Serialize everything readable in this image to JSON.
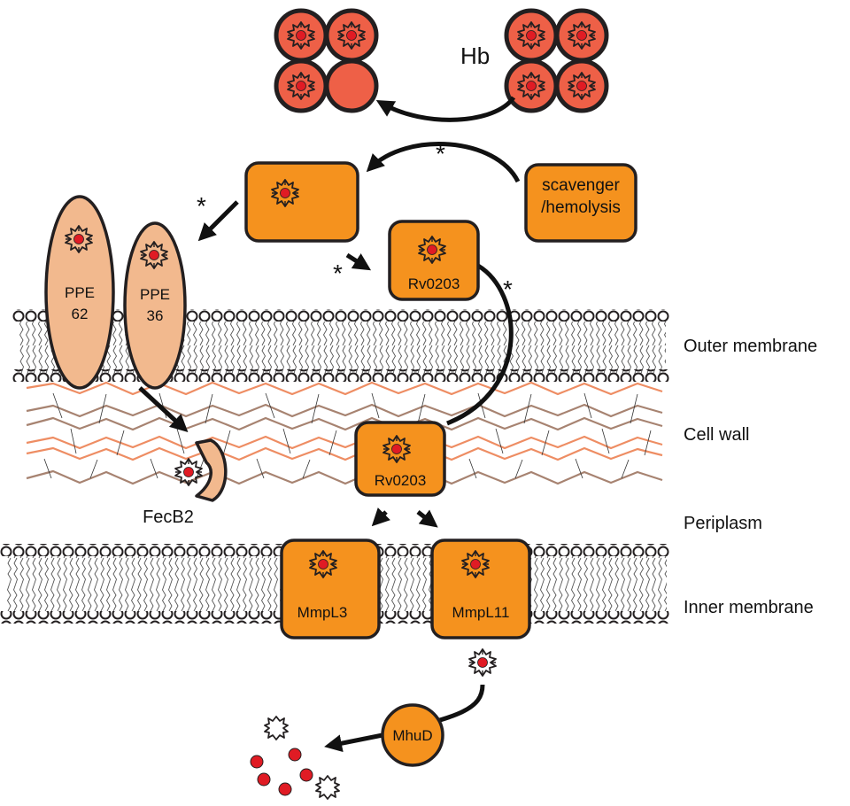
{
  "hb_label": "Hb",
  "asterisk": "*",
  "scavenger": {
    "line1": "scavenger",
    "line2": "/hemolysis"
  },
  "ppe62": {
    "line1": "PPE",
    "line2": "62"
  },
  "ppe36": {
    "line1": "PPE",
    "line2": "36"
  },
  "rv0203_outer": "Rv0203",
  "rv0203_inner": "Rv0203",
  "fecb2": "FecB2",
  "mmpl3": "MmpL3",
  "mmpl11": "MmpL11",
  "mhud": "MhuD",
  "regions": {
    "outer_membrane": "Outer membrane",
    "cell_wall": "Cell wall",
    "periplasm": "Periplasm",
    "inner_membrane": "Inner membrane"
  },
  "colors": {
    "protein_orange": "#f5921e",
    "ppe_peach": "#f2b98e",
    "hb_red": "#ee6047",
    "heme_red": "#e01b24",
    "cellwall_salmon": "#ee8d63",
    "cellwall_brown": "#a78371",
    "outline": "#231f20"
  },
  "icons": [
    "heme-icon",
    "hemoglobin-icon",
    "arrow-icon",
    "membrane-bilayer",
    "cell-wall-mesh",
    "iron-dot-icon"
  ]
}
